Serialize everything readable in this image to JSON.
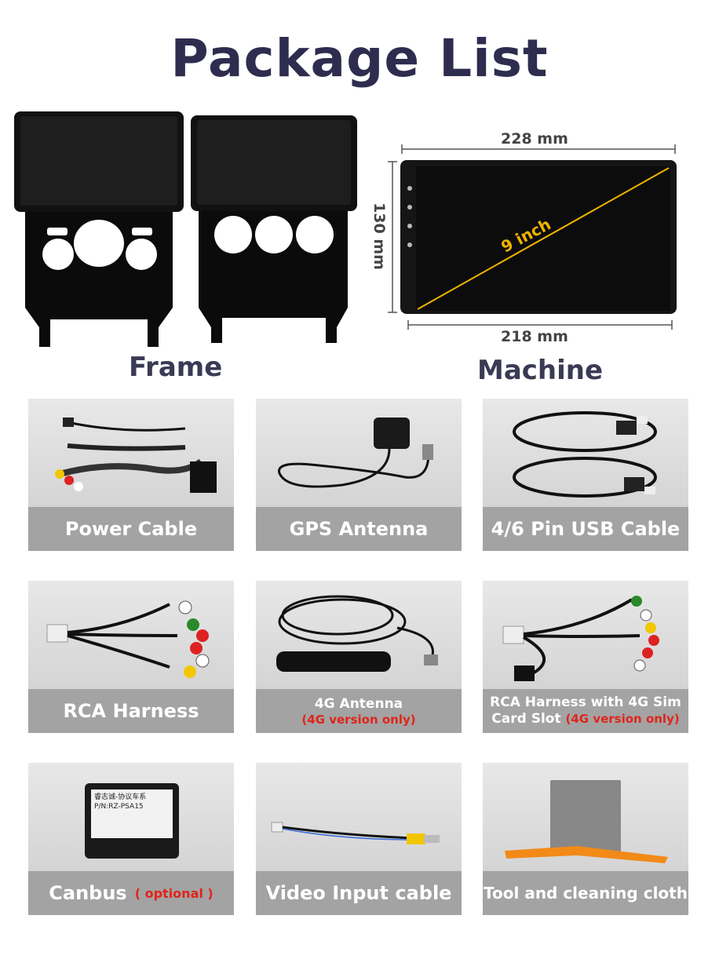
{
  "title": "Package List",
  "frame_label": "Frame",
  "machine_label": "Machine",
  "dimensions": {
    "top": "228 mm",
    "side": "130 mm",
    "bottom": "218 mm",
    "diagonal": "9 inch"
  },
  "items": [
    {
      "label": "Power Cable"
    },
    {
      "label": "GPS Antenna"
    },
    {
      "label": "4/6 Pin USB Cable"
    },
    {
      "label": "RCA Harness"
    },
    {
      "label": "4G Antenna",
      "note": "(4G version only)"
    },
    {
      "label": "RCA Harness with 4G Sim",
      "label2": "Card Slot ",
      "note": "(4G version only)"
    },
    {
      "label": "Canbus",
      "note": "( optional )"
    },
    {
      "label": "Video Input cable"
    },
    {
      "label": "Tool and cleaning cloth"
    }
  ],
  "canbus_box": {
    "line1": "睿志诚-协议车系",
    "line2": "P/N:RZ-PSA15"
  },
  "colors": {
    "title": "#2e2d4f",
    "accent": "#f0b400",
    "note_red": "#e0241b"
  }
}
